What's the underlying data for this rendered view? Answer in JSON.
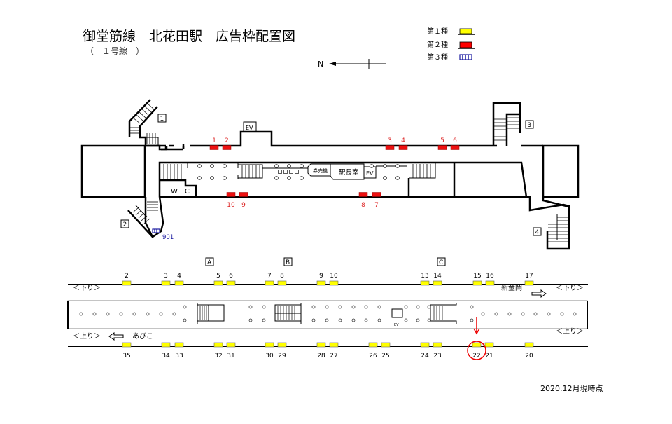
{
  "header": {
    "title": "御堂筋線　北花田駅　広告枠配置図",
    "subtitle": "（　１号線　）"
  },
  "legend": {
    "items": [
      {
        "label": "第１種",
        "color": "#ffff00",
        "type": "solid"
      },
      {
        "label": "第２種",
        "color": "#ff0000",
        "type": "solid"
      },
      {
        "label": "第３種",
        "color": "#1a1aa0",
        "type": "striped"
      }
    ]
  },
  "compass": {
    "label": "N"
  },
  "concourse": {
    "exits": [
      "1",
      "2",
      "3",
      "4"
    ],
    "rooms": {
      "wc": "W　C",
      "ev": "EV",
      "ticket": "券売機",
      "office": "駅長室"
    },
    "type2_ads": [
      {
        "id": "1"
      },
      {
        "id": "2"
      },
      {
        "id": "3"
      },
      {
        "id": "4"
      },
      {
        "id": "5"
      },
      {
        "id": "6"
      },
      {
        "id": "10"
      },
      {
        "id": "9"
      },
      {
        "id": "8"
      },
      {
        "id": "7"
      }
    ],
    "type3_ads": [
      {
        "id": "901"
      }
    ]
  },
  "platform": {
    "stair_labels": [
      "A",
      "B",
      "C"
    ],
    "down_label": "＜下り＞",
    "up_label": "＜上り＞",
    "down_direction": "新金岡",
    "up_direction": "あびこ",
    "ev_label": "EV",
    "top_ads": [
      "2",
      "3",
      "4",
      "5",
      "6",
      "7",
      "8",
      "9",
      "10",
      "13",
      "14",
      "15",
      "16",
      "17"
    ],
    "bottom_ads": [
      "35",
      "34",
      "33",
      "32",
      "31",
      "30",
      "29",
      "28",
      "27",
      "26",
      "25",
      "24",
      "23",
      "22",
      "21",
      "20"
    ],
    "highlighted_ad": "22"
  },
  "footer": {
    "as_of": "2020.12月現時点"
  }
}
